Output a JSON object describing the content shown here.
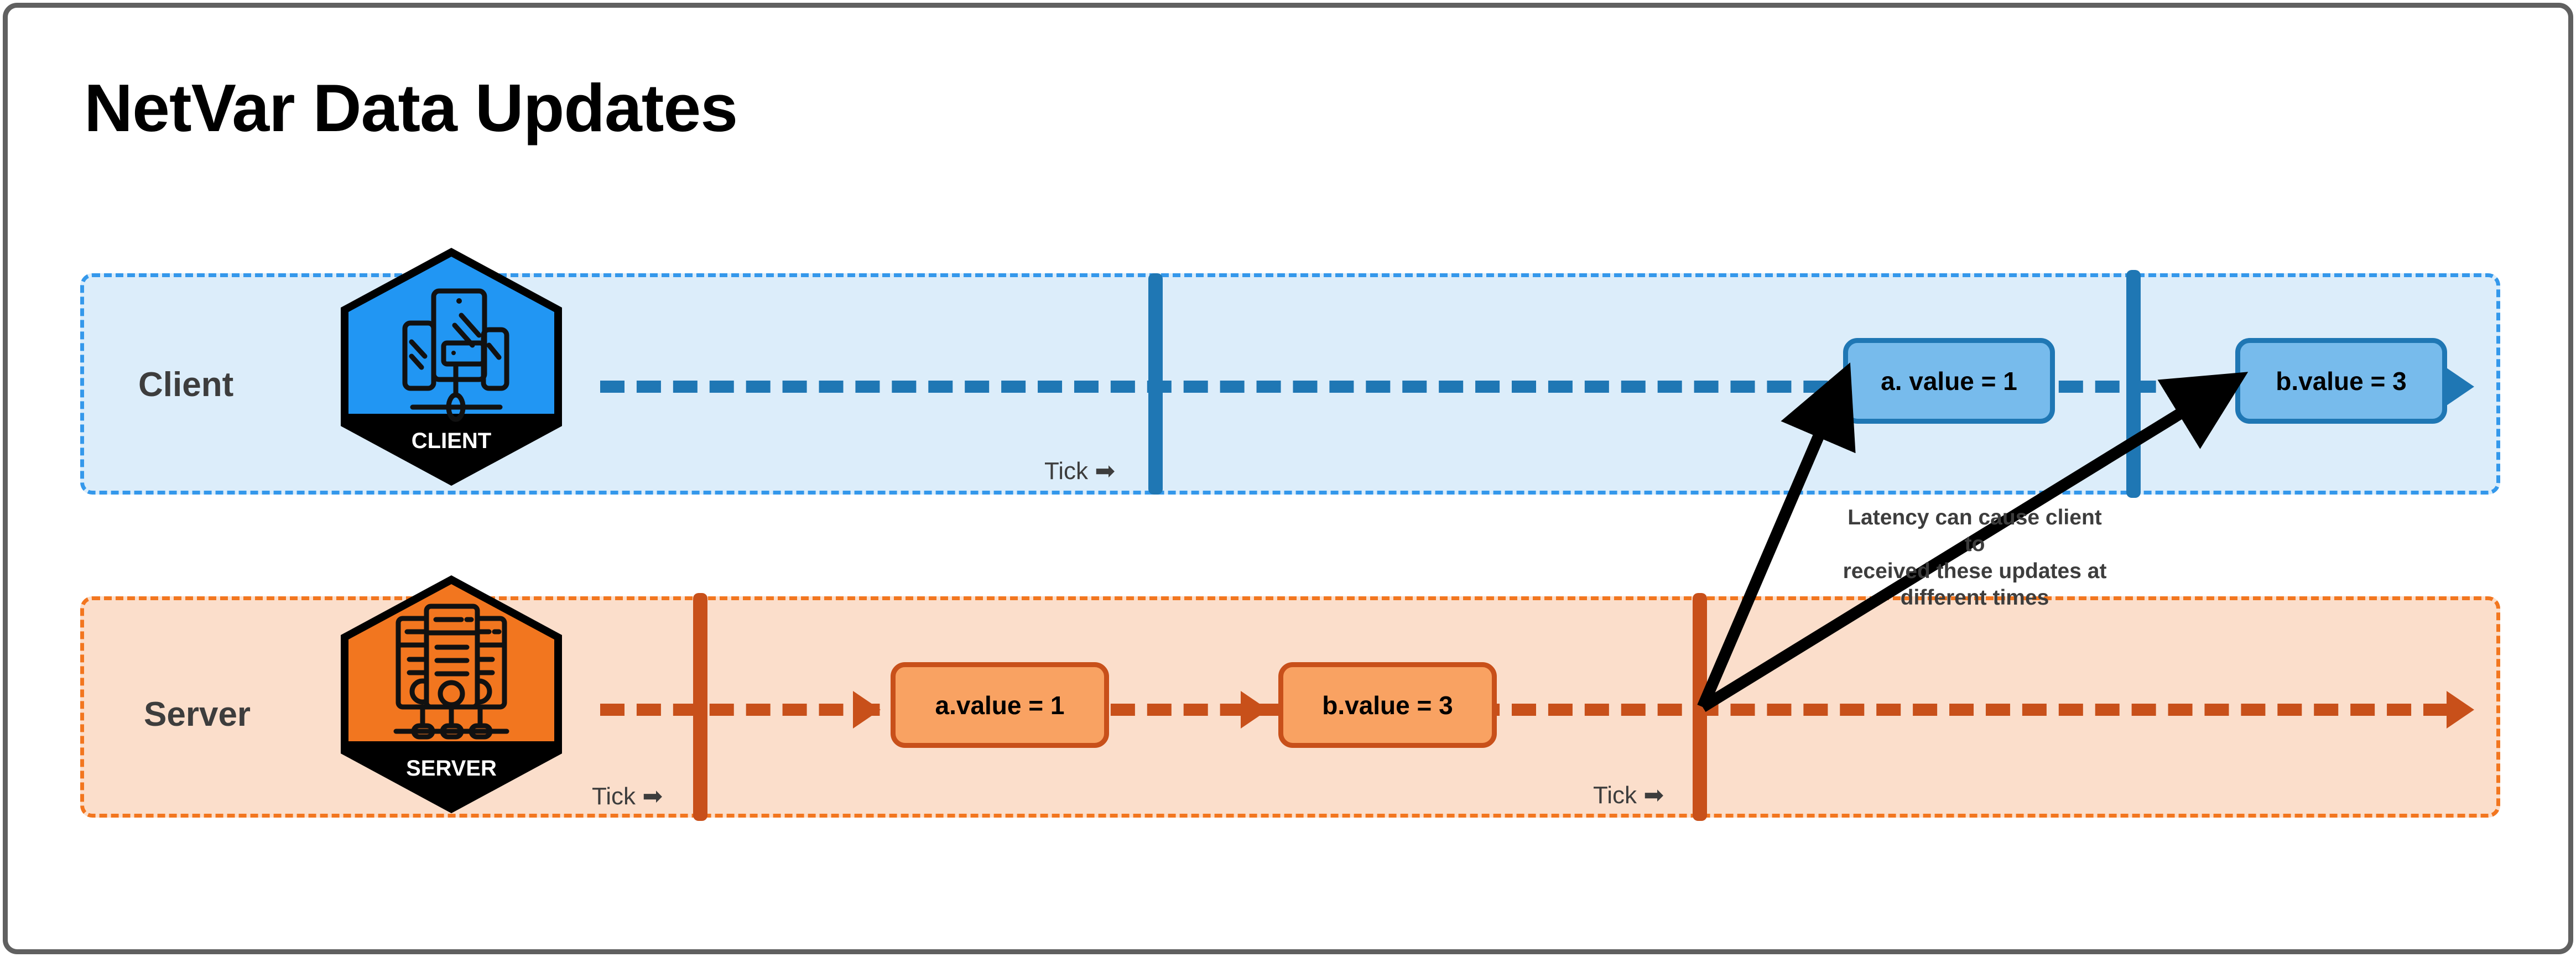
{
  "page": {
    "title": "NetVar Data Updates",
    "frame_color": "#606060",
    "background": "#ffffff"
  },
  "lanes": [
    {
      "id": "client",
      "label": "Client",
      "fill": "#dcedfa",
      "border": "#3498eb",
      "line_color": "#1f77b4",
      "badge": {
        "name": "CLIENT",
        "icon": "client-devices-icon",
        "fill": "#2196f3"
      },
      "ticks": [
        {
          "label": "Tick",
          "arrow": "➡"
        },
        {
          "label": "",
          "arrow": ""
        }
      ],
      "boxes": [
        {
          "label": "a. value = 1"
        },
        {
          "label": "b.value = 3"
        }
      ]
    },
    {
      "id": "server",
      "label": "Server",
      "fill": "#fbdecb",
      "border": "#f2761f",
      "line_color": "#c8501a",
      "badge": {
        "name": "SERVER",
        "icon": "server-racks-icon",
        "fill": "#f2761f"
      },
      "ticks": [
        {
          "label": "Tick",
          "arrow": "➡"
        },
        {
          "label": "Tick",
          "arrow": "➡"
        }
      ],
      "boxes": [
        {
          "label": "a.value = 1"
        },
        {
          "label": "b.value = 3"
        }
      ]
    }
  ],
  "annotation": {
    "line1": "Latency can cause client to",
    "line2": "received these updates at",
    "line3": "different times"
  }
}
